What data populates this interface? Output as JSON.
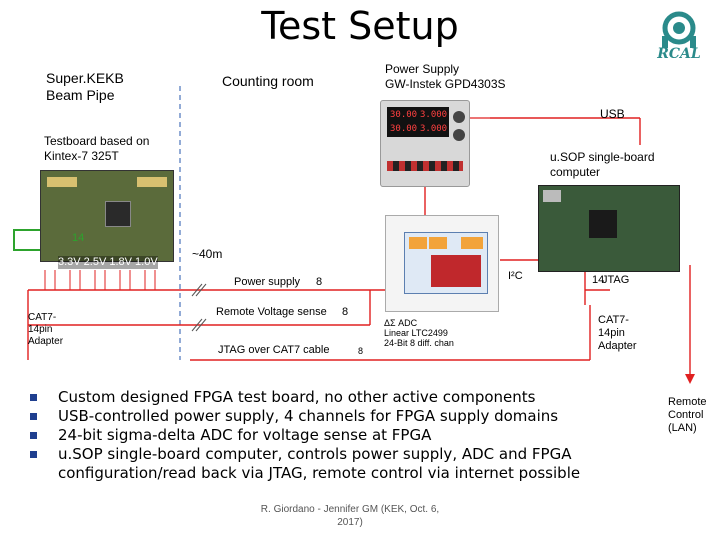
{
  "title": "Test Setup",
  "logo_text": "RCAL",
  "labels": {
    "beam_pipe": "Super.KEKB\nBeam Pipe",
    "counting_room": "Counting room",
    "power_supply": "Power Supply\nGW-Instek GPD4303S",
    "usb": "USB",
    "testboard": "Testboard based on\nKintex-7 325T",
    "usop": "u.SOP single-board\ncomputer",
    "bus_14": "14",
    "voltages": "3.3V 2.5V 1.8V 1.0V",
    "distance": "~40m",
    "power_supply_line": "Power supply",
    "power_supply_count": "8",
    "i2c": "I²C",
    "jtag_14": "14",
    "jtag": "JTAG",
    "cat7_left": "CAT7-\n14pin\nAdapter",
    "remote_sense": "Remote Voltage sense",
    "remote_sense_count": "8",
    "jtag_cable": "JTAG over CAT7 cable",
    "adc_count": "8",
    "adc": "ΔΣ ADC\nLinear LTC2499\n24-Bit 8 diff. chan",
    "cat7_right": "CAT7-\n14pin\nAdapter",
    "remote_control": "Remote\nControl\n(LAN)"
  },
  "psu_display": {
    "top_left": "30.00",
    "top_right": "3.000",
    "bottom_left": "30.00",
    "bottom_right": "3.000"
  },
  "bullets": [
    "Custom designed FPGA test board, no other active components",
    "USB-controlled power supply, 4 channels for FPGA supply domains",
    "24-bit sigma-delta ADC for voltage sense at FPGA",
    "u.SOP single-board computer, controls power supply, ADC and FPGA configuration/read back via JTAG, remote control via internet possible"
  ],
  "footer": "R. Giordano - Jennifer GM (KEK, Oct. 6, 2017)",
  "colors": {
    "arrow_red": "#e02020",
    "jtag_green": "#2da32d",
    "divider_blue": "#6f8fc9",
    "bullet_blue": "#1f3f8f",
    "logo_teal": "#2a8a8a"
  }
}
